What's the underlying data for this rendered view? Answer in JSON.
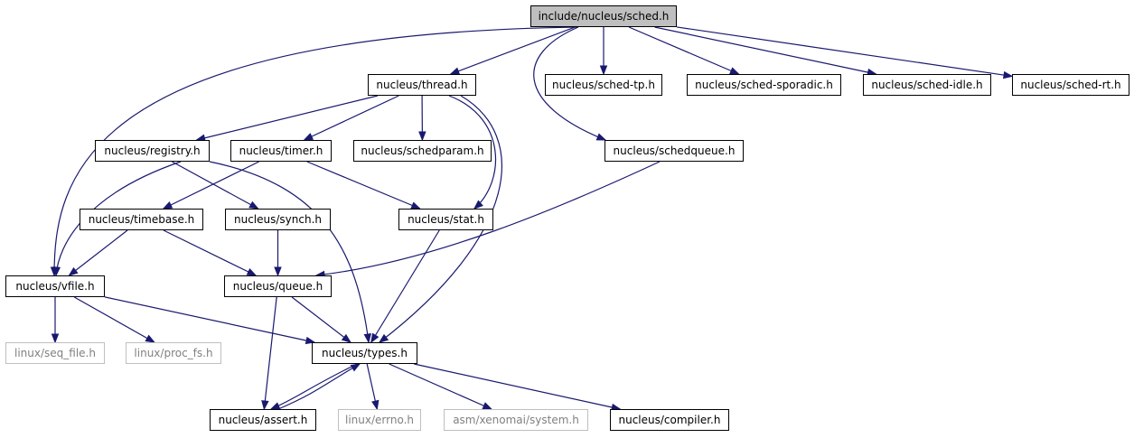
{
  "diagram": {
    "type": "include-dependency-graph",
    "nodes": {
      "sched": "include/nucleus/sched.h",
      "thread": "nucleus/thread.h",
      "sched_tp": "nucleus/sched-tp.h",
      "sched_sporadic": "nucleus/sched-sporadic.h",
      "sched_idle": "nucleus/sched-idle.h",
      "sched_rt": "nucleus/sched-rt.h",
      "registry": "nucleus/registry.h",
      "timer": "nucleus/timer.h",
      "schedparam": "nucleus/schedparam.h",
      "schedqueue": "nucleus/schedqueue.h",
      "timebase": "nucleus/timebase.h",
      "synch": "nucleus/synch.h",
      "stat": "nucleus/stat.h",
      "vfile": "nucleus/vfile.h",
      "queue": "nucleus/queue.h",
      "seq_file": "linux/seq_file.h",
      "proc_fs": "linux/proc_fs.h",
      "types": "nucleus/types.h",
      "assert": "nucleus/assert.h",
      "errno": "linux/errno.h",
      "system": "asm/xenomai/system.h",
      "compiler": "nucleus/compiler.h"
    },
    "node_styles": {
      "root": "#bfbfbf",
      "normal_border": "#000000",
      "external_border": "#bfbfbf",
      "external_text": "#808080",
      "edge_color": "#191970"
    },
    "edges": [
      [
        "sched",
        "thread"
      ],
      [
        "sched",
        "sched_tp"
      ],
      [
        "sched",
        "sched_sporadic"
      ],
      [
        "sched",
        "sched_idle"
      ],
      [
        "sched",
        "sched_rt"
      ],
      [
        "sched",
        "schedqueue"
      ],
      [
        "sched",
        "vfile"
      ],
      [
        "thread",
        "registry"
      ],
      [
        "thread",
        "timer"
      ],
      [
        "thread",
        "schedparam"
      ],
      [
        "thread",
        "stat"
      ],
      [
        "thread",
        "types"
      ],
      [
        "registry",
        "synch"
      ],
      [
        "registry",
        "vfile"
      ],
      [
        "registry",
        "types"
      ],
      [
        "timer",
        "timebase"
      ],
      [
        "timer",
        "stat"
      ],
      [
        "schedqueue",
        "queue"
      ],
      [
        "timebase",
        "vfile"
      ],
      [
        "timebase",
        "queue"
      ],
      [
        "synch",
        "queue"
      ],
      [
        "stat",
        "types"
      ],
      [
        "vfile",
        "seq_file"
      ],
      [
        "vfile",
        "proc_fs"
      ],
      [
        "vfile",
        "types"
      ],
      [
        "queue",
        "types"
      ],
      [
        "queue",
        "assert"
      ],
      [
        "types",
        "assert"
      ],
      [
        "types",
        "errno"
      ],
      [
        "types",
        "system"
      ],
      [
        "types",
        "compiler"
      ],
      [
        "assert",
        "types"
      ]
    ]
  }
}
